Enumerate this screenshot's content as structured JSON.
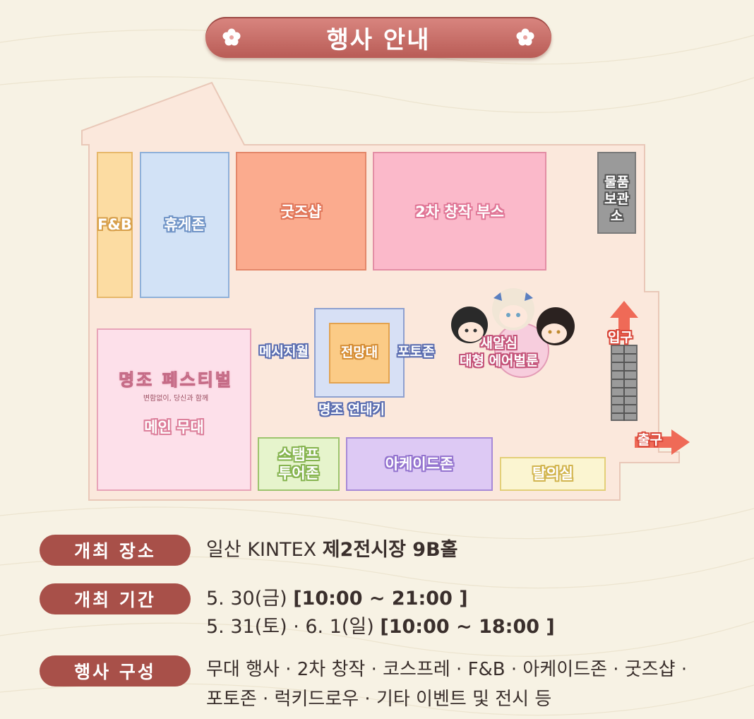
{
  "title": "행사 안내",
  "map": {
    "zones": {
      "fnb": "F&B",
      "rest": "휴게존",
      "goods": "굿즈샵",
      "derivative": "2차 창작 부스",
      "storage": "물품\n보관소",
      "main_stage": "메인 무대",
      "stamp": "스탬프\n투어존",
      "arcade": "아케이드존",
      "escape": "탈의실",
      "observatory": "전망대"
    },
    "labels": {
      "message_wall": "메시지월",
      "photo_zone": "포토존",
      "kite": "명조 연대기",
      "balloon": "새알심\n대형 에어벌룬",
      "entrance": "입구",
      "exit": "출구"
    },
    "logo": {
      "main": "명조 페스티벌",
      "sub": "변함없이, 당신과 함께"
    }
  },
  "info": [
    {
      "label": "개최 장소",
      "lines": [
        {
          "normal": "일산 KINTEX ",
          "bold": "제2전시장 9B홀"
        }
      ]
    },
    {
      "label": "개최 기간",
      "lines": [
        {
          "normal": "5. 30(금) ",
          "bold": "[10:00 ~ 21:00 ]"
        },
        {
          "normal": "5. 31(토) · 6. 1(일) ",
          "bold": "[10:00 ~ 18:00 ]"
        }
      ]
    },
    {
      "label": "행사 구성",
      "lines": [
        {
          "normal": "무대 행사 · 2차 창작 · 코스프레 · F&B · 아케이드존 · 굿즈샵 ·",
          "bold": ""
        },
        {
          "normal": "포토존 · 럭키드로우 · 기타 이벤트 및 전시 등",
          "bold": ""
        }
      ]
    }
  ],
  "colors": {
    "background": "#f7f2e4",
    "title_pill": "#c46b64",
    "info_pill": "#a85049",
    "arrow": "#ef6a57"
  }
}
